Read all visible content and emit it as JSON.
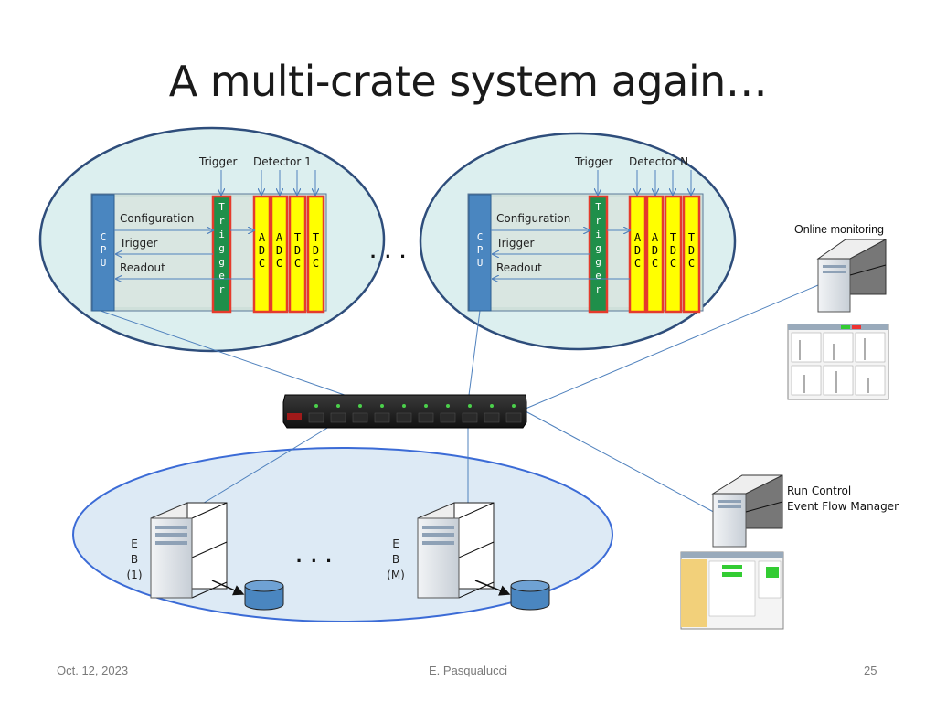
{
  "title": "A multi-crate system again…",
  "footer": {
    "date": "Oct. 12, 2023",
    "author": "E. Pasqualucci",
    "page": "25"
  },
  "crates": [
    {
      "trigger_label": "Trigger",
      "detector_label": "Detector 1",
      "cpu_letters": [
        "C",
        "P",
        "U"
      ],
      "rows": [
        "Configuration",
        "Trigger",
        "Readout"
      ],
      "trigger_module_letters": [
        "T",
        "r",
        "i",
        "g",
        "g",
        "e",
        "r"
      ],
      "modules": [
        [
          "A",
          "D",
          "C"
        ],
        [
          "A",
          "D",
          "C"
        ],
        [
          "T",
          "D",
          "C"
        ],
        [
          "T",
          "D",
          "C"
        ]
      ]
    },
    {
      "trigger_label": "Trigger",
      "detector_label": "Detector N",
      "cpu_letters": [
        "C",
        "P",
        "U"
      ],
      "rows": [
        "Configuration",
        "Trigger",
        "Readout"
      ],
      "trigger_module_letters": [
        "T",
        "r",
        "i",
        "g",
        "g",
        "e",
        "r"
      ],
      "modules": [
        [
          "A",
          "D",
          "C"
        ],
        [
          "A",
          "D",
          "C"
        ],
        [
          "T",
          "D",
          "C"
        ],
        [
          "T",
          "D",
          "C"
        ]
      ]
    }
  ],
  "crate_ellipsis": ". . .",
  "online_monitoring_label": "Online monitoring",
  "run_control": {
    "line1": "Run Control",
    "line2": "Event Flow Manager"
  },
  "event_builders": [
    {
      "lines": [
        "E",
        "B",
        "(1)"
      ]
    },
    {
      "lines": [
        "E",
        "B",
        "(M)"
      ]
    }
  ],
  "eb_ellipsis": ". . .",
  "colors": {
    "ellipse_fill": "#dcefef",
    "ellipse_stroke": "#2e4d7b",
    "eb_ellipse_fill": "#ddeaf5",
    "eb_ellipse_stroke": "#3b6bd6",
    "cpu_fill": "#4a86c0",
    "module_fill": "#ffff00",
    "module_stroke": "#e53b2c",
    "trigger_module_fill": "#1f8f4a",
    "connection_line": "#4f81bd"
  }
}
